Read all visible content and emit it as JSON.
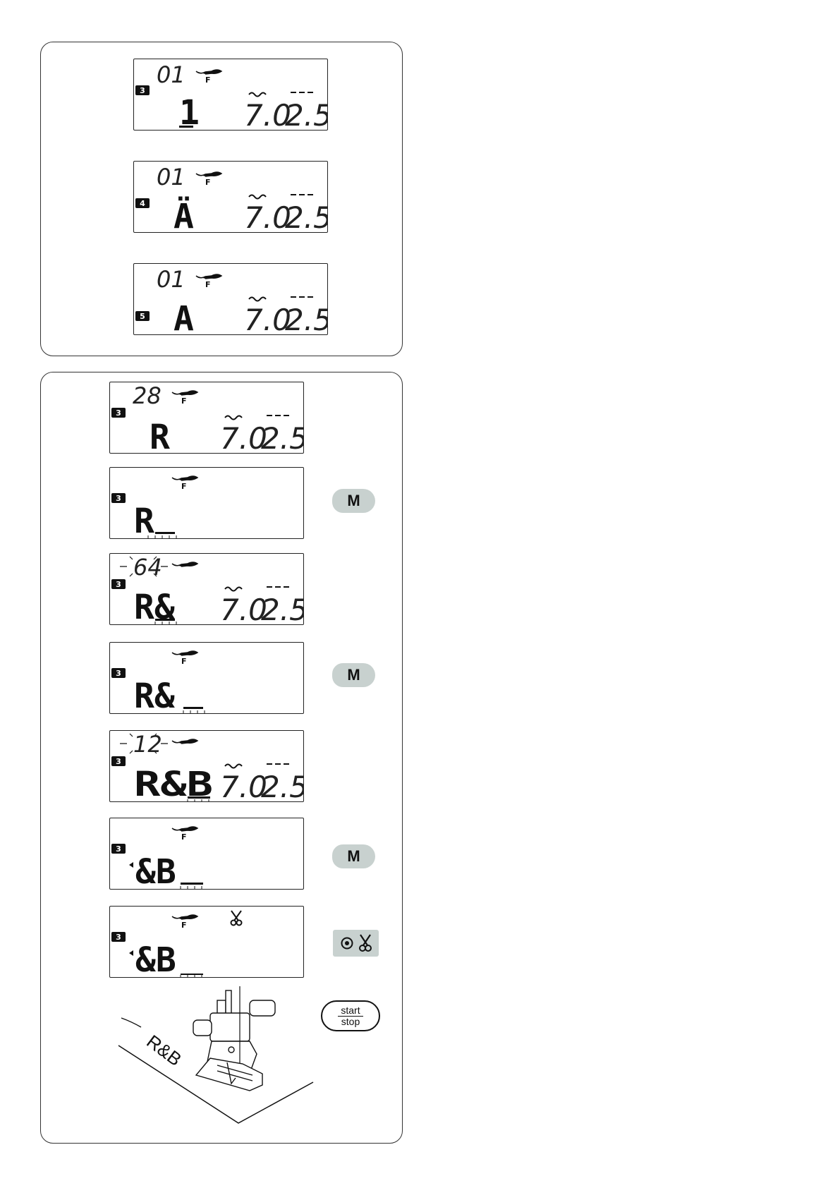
{
  "panel_top": {
    "screens": [
      {
        "step": "3",
        "pattern_no": "01",
        "foot": "F",
        "char": "1",
        "zigzag": "7.0",
        "length": "2.5"
      },
      {
        "step": "4",
        "pattern_no": "01",
        "foot": "F",
        "char": "Ä",
        "zigzag": "7.0",
        "length": "2.5"
      },
      {
        "step": "5",
        "pattern_no": "01",
        "foot": "F",
        "char": "A",
        "zigzag": "7.0",
        "length": "2.5"
      }
    ]
  },
  "panel_bottom": {
    "screens": [
      {
        "step": "3",
        "pattern_no": "28",
        "foot": "F",
        "text": "R",
        "zigzag": "7.0",
        "length": "2.5"
      },
      {
        "step": "3",
        "foot": "F",
        "text": "R"
      },
      {
        "step": "3",
        "pattern_no": "64",
        "text": "R&",
        "zigzag": "7.0",
        "length": "2.5"
      },
      {
        "step": "3",
        "foot": "F",
        "text": "R&"
      },
      {
        "step": "3",
        "pattern_no": "12",
        "text": "R&B",
        "zigzag": "7.0",
        "length": "2.5"
      },
      {
        "step": "3",
        "foot": "F",
        "text": "&B"
      },
      {
        "step": "3",
        "foot": "F",
        "text": "&B"
      }
    ],
    "buttons": {
      "memory_label": "M",
      "start_label": "start",
      "stop_label": "stop"
    },
    "sewing_sample_text": "R&B"
  }
}
